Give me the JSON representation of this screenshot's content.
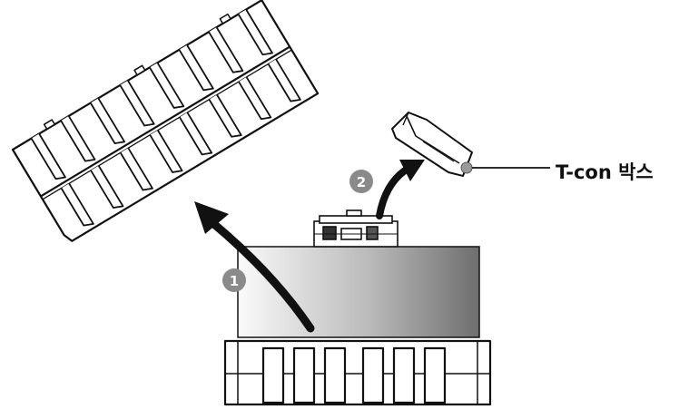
{
  "diagram": {
    "label": "T-con 박스",
    "steps": [
      {
        "number": "1"
      },
      {
        "number": "2"
      }
    ],
    "colors": {
      "line": "#111111",
      "arrow": "#111111",
      "step_badge": "#8a8a8a",
      "box_gradient_light": "#fafafa",
      "box_gradient_dark": "#6e6e6e",
      "leader_dot": "#9a9a9a"
    }
  }
}
